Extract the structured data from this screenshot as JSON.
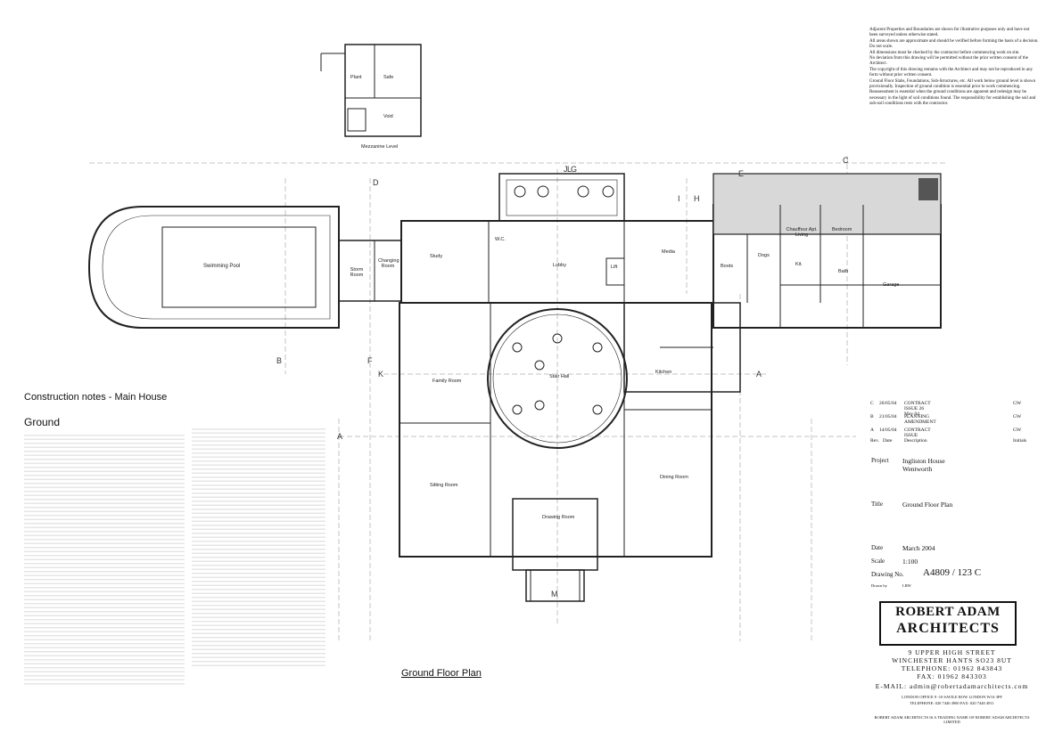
{
  "page_title": "Construction notes - Main House",
  "notes_heading": "Ground",
  "plan_caption": "Ground Floor Plan",
  "disclaimer": [
    "Adjacent Properties and Boundaries are shown for illustrative purposes only and have not been surveyed unless otherwise stated.",
    "All areas shown are approximate and should be verified before forming the basis of a decision.",
    "Do not scale.",
    "All dimensions must be checked by the contractor before commencing work on site.",
    "No deviation from this drawing will be permitted without the prior written consent of the Architect.",
    "The copyright of this drawing remains with the Architect and may not be reproduced in any form without prior written consent.",
    "Ground Floor Slabs, Foundations, Sub-Structures, etc. All work below ground level is shown provisionally. Inspection of ground condition is essential prior to work commencing. Reassessment is essential when the ground conditions are apparent and redesign may be necessary in the light of soil conditions found. The responsibility for establishing the soil and sub-soil conditions rests with the contractor."
  ],
  "revisions": [
    {
      "rev": "C",
      "date": "26/05/04",
      "desc": "CONTRACT ISSUE 26 May 04",
      "initials": "GW"
    },
    {
      "rev": "B",
      "date": "21/05/04",
      "desc": "PLANNING AMENDMENT",
      "initials": "GW"
    },
    {
      "rev": "A",
      "date": "14/05/04",
      "desc": "CONTRACT ISSUE",
      "initials": "GW"
    }
  ],
  "revision_headers": {
    "rev": "Rev.",
    "date": "Date",
    "desc": "Description",
    "initials": "Initials"
  },
  "project_label": "Project",
  "project_value_1": "Ingliston House",
  "project_value_2": "Wentworth",
  "title_label": "Title",
  "title_value": "Ground Floor Plan",
  "date_label": "Date",
  "date_value": "March 2004",
  "scale_label": "Scale",
  "scale_value": "1:100",
  "drawing_label": "Drawing No.",
  "drawing_value": "A4809 / 123 C",
  "drawn_label": "Drawn by",
  "drawn_value": "LRW",
  "logo_line_1": "ROBERT ADAM",
  "logo_line_2": "ARCHITECTS",
  "address_1": "9 UPPER HIGH STREET",
  "address_2": "WINCHESTER HANTS SO23 8UT",
  "telephone": "TELEPHONE: 01962 843843",
  "fax": "FAX: 01962 843303",
  "email": "E-MAIL: admin@robertadamarchitects.com",
  "london_office": "LONDON OFFICE 9 -10 SAVILE ROW LONDON W1S 3PF",
  "london_tel": "TELEPHONE: 020 7440 4900 FAX: 020 7440 4911",
  "trading_name": "ROBERT ADAM ARCHITECTS IS A TRADING NAME OF ROBERT ADAM ARCHITECTS LIMITED",
  "rooms": {
    "swimming_pool": "Swimming Pool",
    "storm_room": "Storm Room",
    "changing_room": "Changing Room",
    "study": "Study",
    "lobby": "Lobby",
    "wc": "W.C.",
    "lift": "Lift",
    "media": "Media",
    "boots": "Boots",
    "dogs": "Dogs",
    "chauffeur": "Chauffeur Apt. Living",
    "bedroom": "Bedroom",
    "kit": "Kit.",
    "bath": "Bath",
    "garage": "Garage",
    "stair_hall": "Stair Hall",
    "family_room": "Family Room",
    "kitchen": "Kitchen",
    "sitting_room": "Sitting Room",
    "drawing_room": "Drawing Room",
    "dining_room": "Dining Room",
    "plant": "Plant",
    "safe": "Safe",
    "void": "Void",
    "mezzanine": "Mezzanine Level"
  },
  "grid_labels": [
    "A",
    "B",
    "C",
    "D",
    "E",
    "F",
    "G",
    "H",
    "I",
    "J",
    "K",
    "L",
    "M"
  ],
  "colors": {
    "ink": "#111111",
    "wall_hatch": "#555555",
    "shaded_area": "#d8d8d8",
    "faint_text": "#aaaaaa"
  }
}
